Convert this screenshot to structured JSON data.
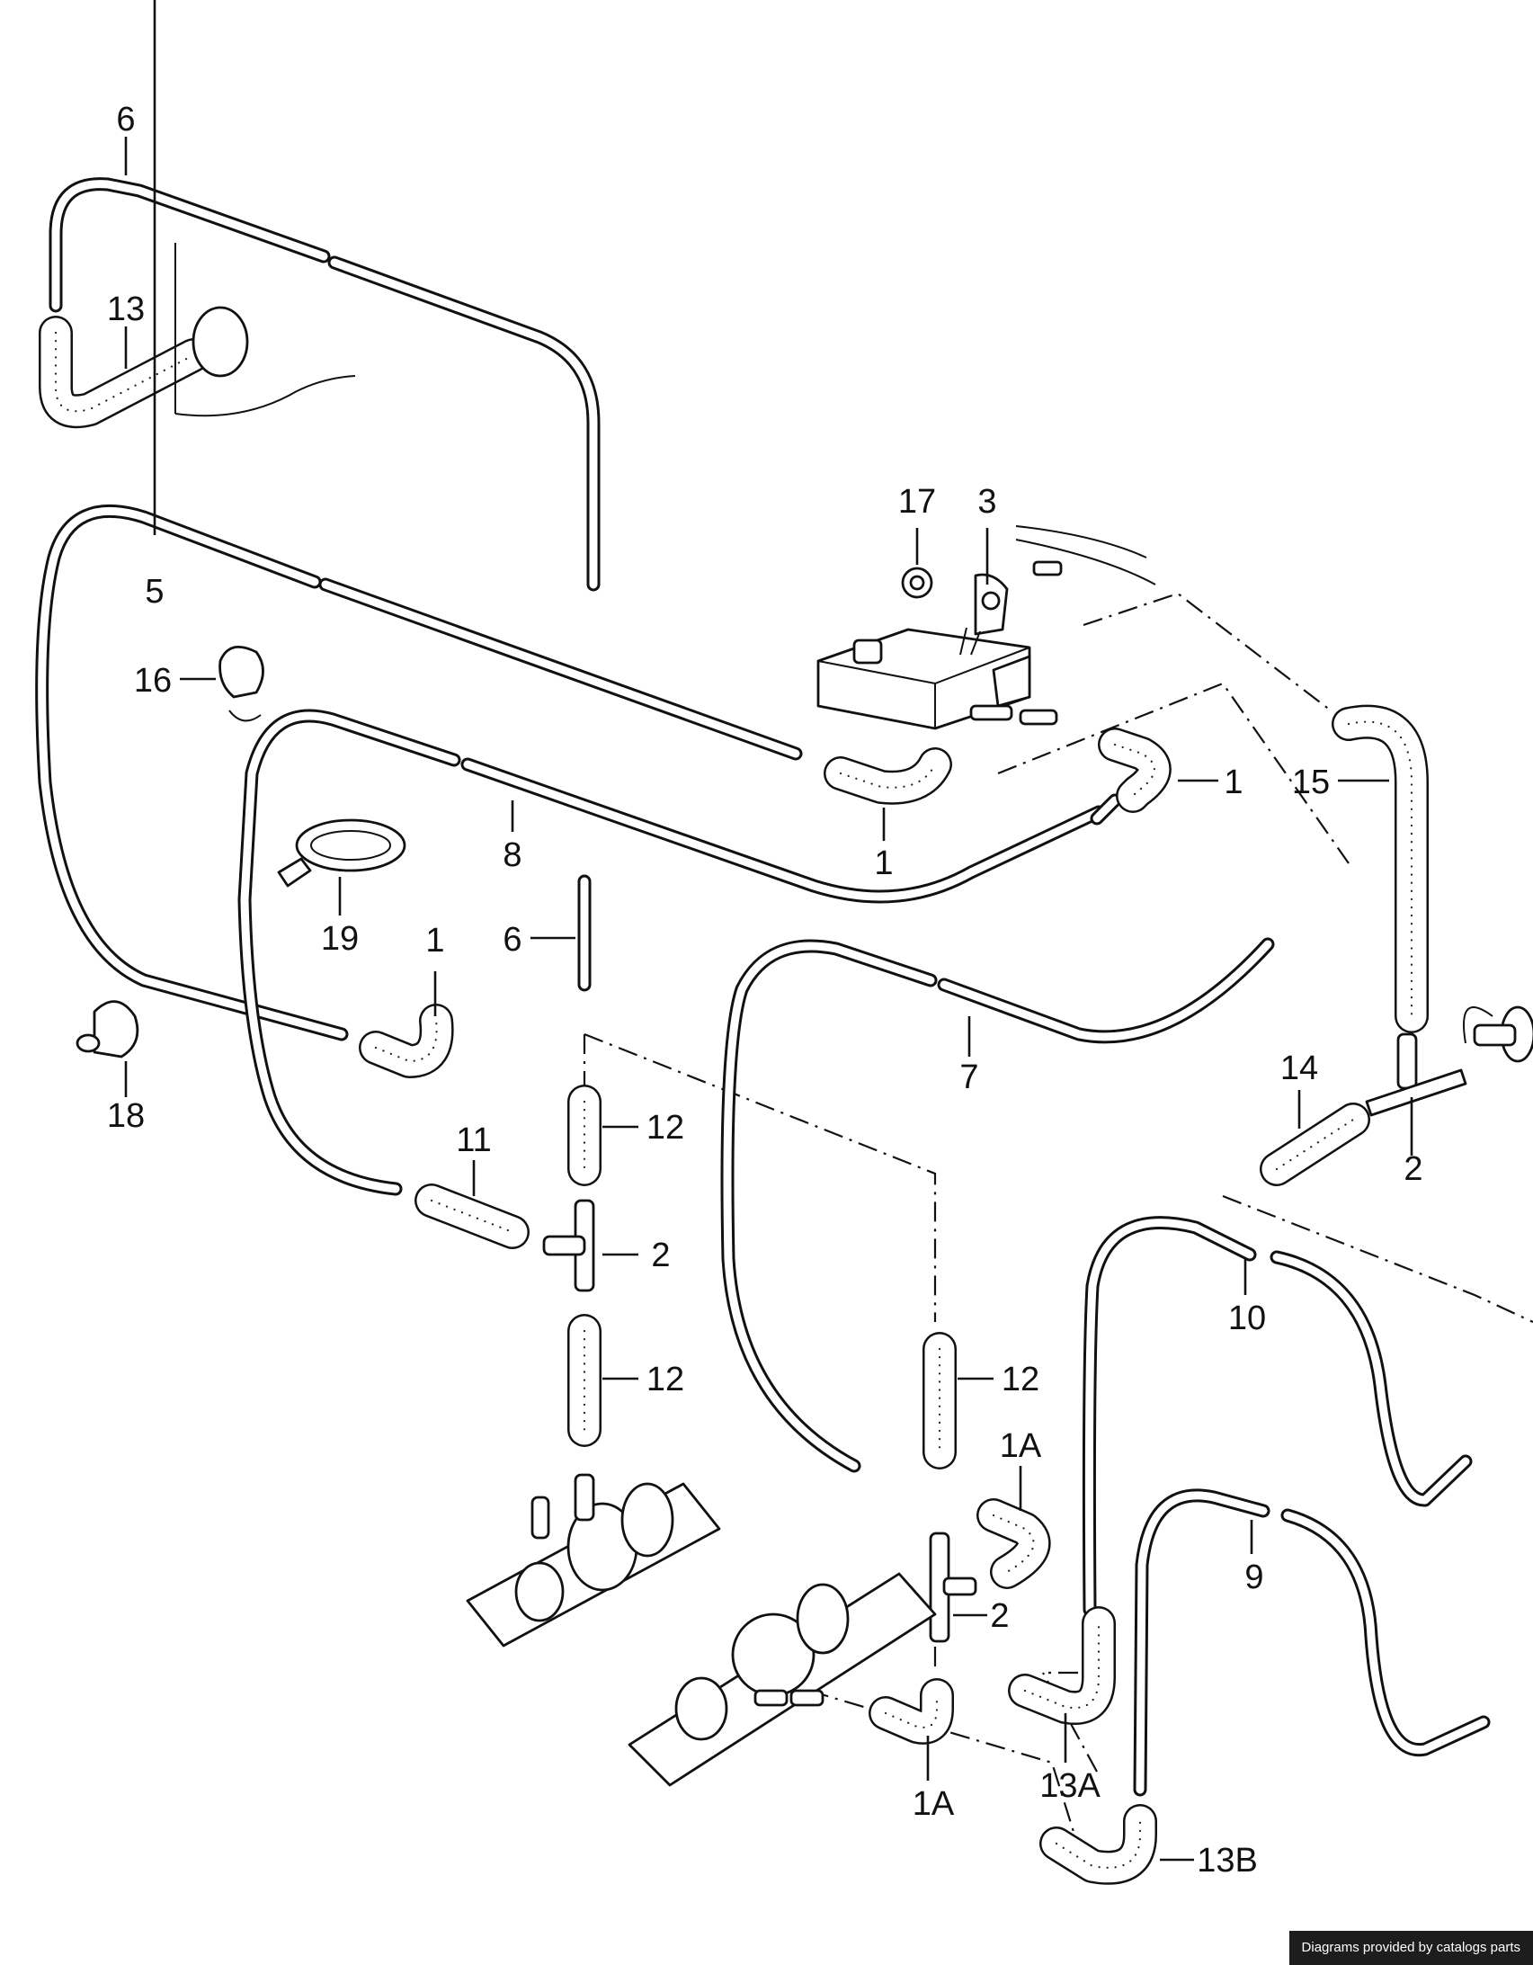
{
  "callouts": {
    "c6_top": "6",
    "c13_top": "13",
    "c17": "17",
    "c3": "3",
    "c5": "5",
    "c16": "16",
    "c15": "15",
    "c1_right": "1",
    "c1_mid": "1",
    "c8": "8",
    "c19": "19",
    "c1_left": "1",
    "c6_mid": "6",
    "c18": "18",
    "c7": "7",
    "c14": "14",
    "c12_a": "12",
    "c11": "11",
    "c2_a": "2",
    "c2_b": "2",
    "c10": "10",
    "c12_b": "12",
    "c12_c": "12",
    "c1A_top": "1A",
    "c9": "9",
    "c2_c": "2",
    "c13A": "13A",
    "c1A_bottom": "1A",
    "c13B": "13B"
  },
  "footer": {
    "badge": "Diagrams provided by catalogs parts"
  }
}
